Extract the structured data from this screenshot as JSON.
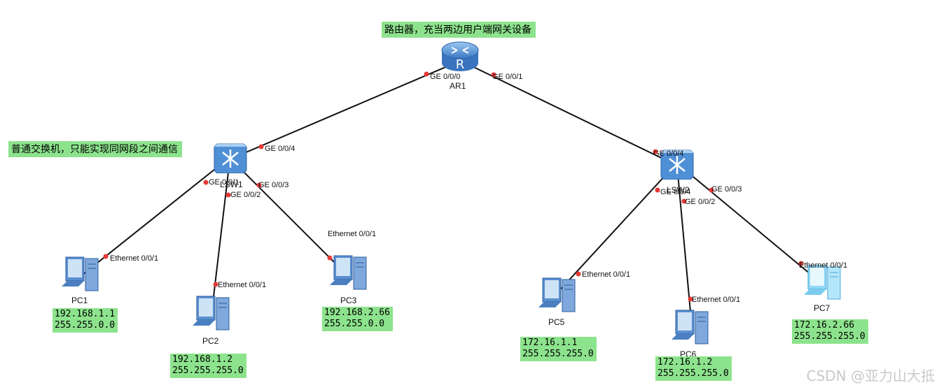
{
  "notes": {
    "router_note": "路由器，充当两边用户端网关设备",
    "switch_note": "普通交换机，只能实现同网段之间通信"
  },
  "devices": {
    "ar1": "AR1",
    "lsw1": "LSW1",
    "lsw2": "LSW2",
    "pc1": "PC1",
    "pc2": "PC2",
    "pc3": "PC3",
    "pc5": "PC5",
    "pc6": "PC6",
    "pc7": "PC7"
  },
  "ports": {
    "ar1_ge000": "GE 0/0/0",
    "ar1_ge001": "GE 0/0/1",
    "lsw1_ge004": "GE 0/0/4",
    "lsw1_ge001": "GE 0/0/1",
    "lsw1_ge002": "GE 0/0/2",
    "lsw1_ge003": "GE 0/0/3",
    "lsw2_ge004_up": "GE 0/0/4",
    "lsw2_ge004_down": "GE 0/0/4",
    "lsw2_ge002": "GE 0/0/2",
    "lsw2_ge003": "GE 0/0/3",
    "pc1_eth": "Ethernet 0/0/1",
    "pc2_eth": "Ethernet 0/0/1",
    "pc3_eth": "Ethernet 0/0/1",
    "pc5_eth": "Ethernet 0/0/1",
    "pc6_eth": "Ethernet 0/0/1",
    "pc7_eth": "Ethernet 0/0/1"
  },
  "addresses": {
    "pc1": {
      "ip": "192.168.1.1",
      "mask": "255.255.0.0"
    },
    "pc2": {
      "ip": "192.168.1.2",
      "mask": "255.255.255.0"
    },
    "pc3": {
      "ip": "192.168.2.66",
      "mask": "255.255.0.0"
    },
    "pc5": {
      "ip": "172.16.1.1",
      "mask": "255.255.255.0"
    },
    "pc6": {
      "ip": "172.16.1.2",
      "mask": "255.255.255.0"
    },
    "pc7": {
      "ip": "172.16.2.66",
      "mask": "255.255.255.0"
    }
  },
  "watermark": "CSDN @亚力山大抵",
  "colors": {
    "link": "#111111",
    "port_dot": "#e53935",
    "label_bg": "#8de38d",
    "router": "#4a90d9",
    "switch": "#4f8fd6",
    "pc": "#5b8fd0",
    "pc7": "#8fd8f5"
  }
}
